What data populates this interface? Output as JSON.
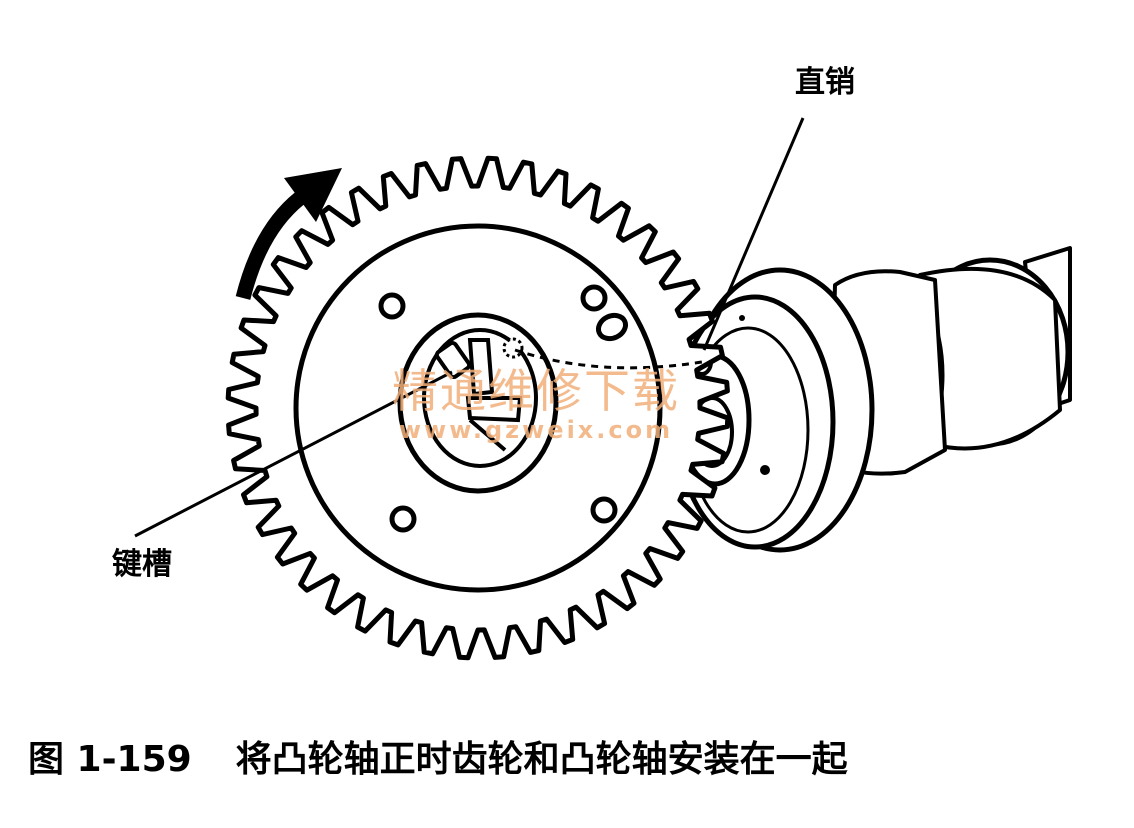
{
  "labels": {
    "straight_pin": "直销",
    "keyway": "键槽"
  },
  "caption": {
    "number": "图 1-159",
    "text": "将凸轮轴正时齿轮和凸轮轴安装在一起"
  },
  "watermark": {
    "text": "精通维修下载",
    "url": "www.gzweix.com"
  },
  "gear": {
    "teeth": 44
  },
  "colors": {
    "ink": "#000000",
    "watermark": "#f2b07a",
    "background": "#ffffff"
  }
}
